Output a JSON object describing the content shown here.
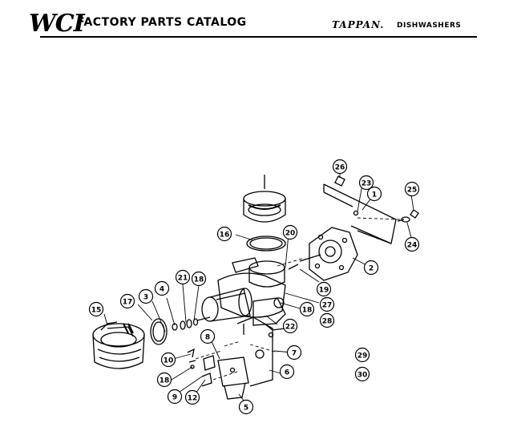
{
  "header": {
    "logo_text": "WCI",
    "catalog_title": "FACTORY PARTS CATALOG",
    "brand": "TAPPAN.",
    "product_line": "DISHWASHERS"
  },
  "callouts": [
    {
      "id": "c1",
      "label": "1"
    },
    {
      "id": "c2",
      "label": "2"
    },
    {
      "id": "c3",
      "label": "3"
    },
    {
      "id": "c4",
      "label": "4"
    },
    {
      "id": "c5",
      "label": "5"
    },
    {
      "id": "c6",
      "label": "6"
    },
    {
      "id": "c7",
      "label": "7"
    },
    {
      "id": "c8",
      "label": "8"
    },
    {
      "id": "c9",
      "label": "9"
    },
    {
      "id": "c10",
      "label": "10"
    },
    {
      "id": "c12",
      "label": "12"
    },
    {
      "id": "c15",
      "label": "15"
    },
    {
      "id": "c16",
      "label": "16"
    },
    {
      "id": "c17",
      "label": "17"
    },
    {
      "id": "c18a",
      "label": "18"
    },
    {
      "id": "c18b",
      "label": "18"
    },
    {
      "id": "c18c",
      "label": "18"
    },
    {
      "id": "c19",
      "label": "19"
    },
    {
      "id": "c20",
      "label": "20"
    },
    {
      "id": "c21",
      "label": "21"
    },
    {
      "id": "c22",
      "label": "22"
    },
    {
      "id": "c23",
      "label": "23"
    },
    {
      "id": "c24",
      "label": "24"
    },
    {
      "id": "c25",
      "label": "25"
    },
    {
      "id": "c26",
      "label": "26"
    },
    {
      "id": "c27",
      "label": "27"
    },
    {
      "id": "c28",
      "label": "28"
    },
    {
      "id": "c29",
      "label": "29"
    },
    {
      "id": "c30",
      "label": "30"
    }
  ]
}
